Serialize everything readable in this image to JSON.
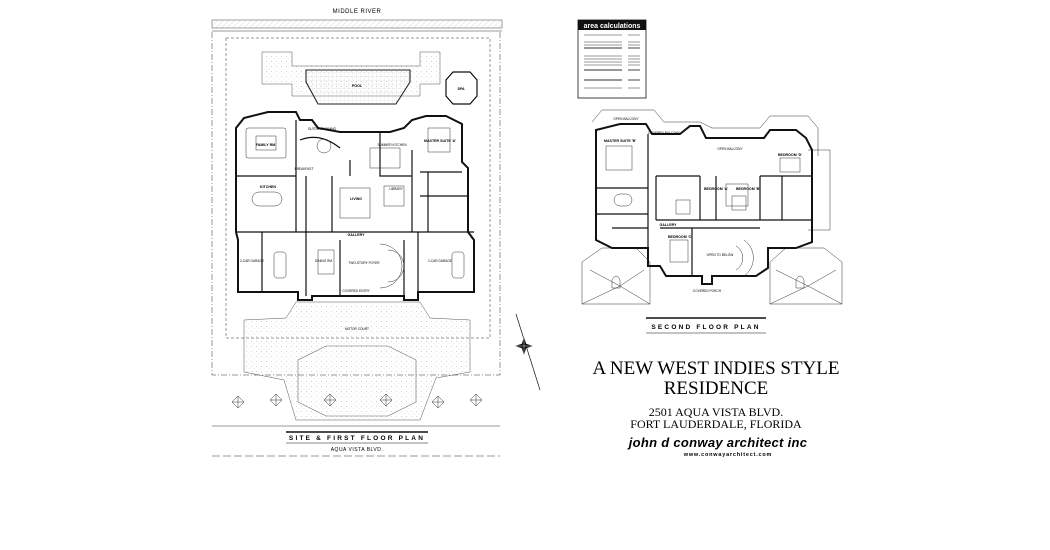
{
  "site": {
    "river_label": "MIDDLE RIVER",
    "plan_title": "SITE & FIRST FLOOR PLAN",
    "street_label": "AQUA VISTA BLVD."
  },
  "first_floor_rooms": {
    "pool": "POOL",
    "spa": "SPA",
    "family": "FAMILY RM.",
    "master_suite": "MASTER SUITE 'A'",
    "breakfast": "BREAKFAST",
    "summer_kitchen": "SUMMER KITCHEN",
    "outdoor_dining": "OUTDOOR DINING",
    "kitchen": "KITCHEN",
    "living": "LIVING",
    "library": "LIBRARY",
    "gallery": "GALLERY",
    "garage_left": "2-CAR GARAGE",
    "garage_right": "2-CAR GARAGE",
    "dining": "DINING RM.",
    "foyer": "TWO-STORY FOYER",
    "covered_entry": "COVERED ENTRY",
    "motor_court": "MOTOR COURT"
  },
  "second_floor": {
    "plan_title": "SECOND FLOOR PLAN",
    "rooms": {
      "open_balcony": "OPEN BALCONY",
      "covered_balcony": "COVERED BALCONY",
      "master_suite": "MASTER SUITE 'B'",
      "bedroom_a": "BEDROOM 'A'",
      "bedroom_b": "BEDROOM 'B'",
      "bedroom_c": "BEDROOM 'C'",
      "bedroom_d": "BEDROOM 'D'",
      "gallery": "GALLERY",
      "open_to_below": "OPEN TO BELOW",
      "covered_porch": "COVERED PORCH"
    }
  },
  "area_calculations": {
    "heading": "area calculations"
  },
  "project": {
    "title_line1": "A NEW WEST INDIES STYLE",
    "title_line2": "RESIDENCE",
    "address_line1": "2501 AQUA VISTA BLVD.",
    "address_line2": "FORT LAUDERDALE, FLORIDA",
    "firm": "john d conway architect inc",
    "website": "www.conwayarchitect.com"
  },
  "icons": {
    "north_arrow": "compass-rose-icon"
  }
}
